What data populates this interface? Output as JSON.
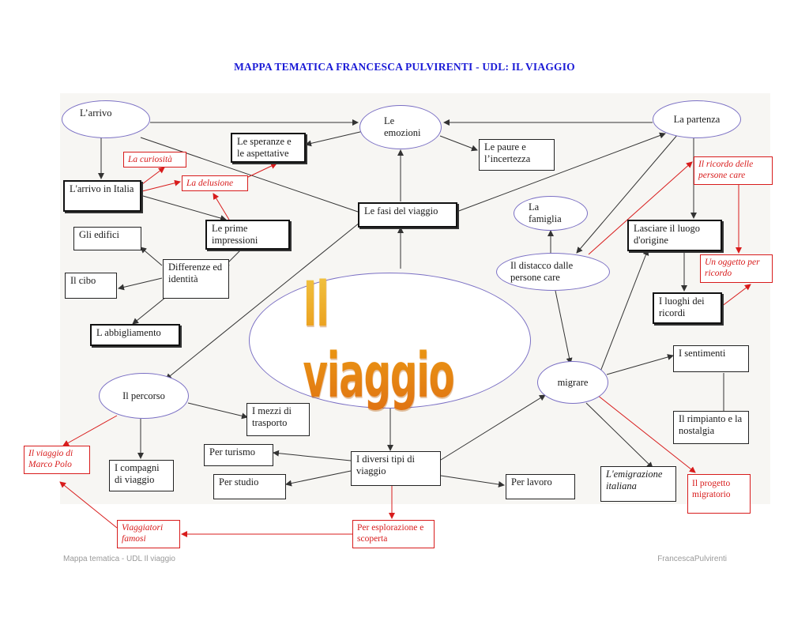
{
  "title": "MAPPA TEMATICA  FRANCESCA PULVIRENTI - UDL: IL VIAGGIO",
  "center": "Il viaggio",
  "nodes": {
    "arrivo": "L’arrivo",
    "emozioni": "Le emozioni",
    "partenza": "La partenza",
    "speranze": "Le speranze e le aspettative",
    "paure": "Le paure e l’incertezza",
    "curiosita": "La curiosità",
    "delusione": "La delusione",
    "arrivo_italia": "L'arrivo in Italia",
    "prime_impressioni": "Le prime impressioni",
    "fasi": "Le fasi del viaggio",
    "edifici": "Gli edifici",
    "differenze": "Differenze ed identità",
    "cibo": "Il  cibo",
    "abbigliamento": "L abbigliamento",
    "famiglia": "La famiglia",
    "distacco": "Il distacco dalle persone care",
    "ricordo_persone": "Il  ricordo delle persone care",
    "lasciare": "Lasciare il luogo d'origine",
    "oggetto": "Un oggetto per ricordo",
    "luoghi": "I luoghi dei ricordi",
    "sentimenti": "I sentimenti",
    "rimpianto": "Il rimpianto e la nostalgia",
    "migrare": "migrare",
    "percorso": "Il percorso",
    "mezzi": "I mezzi di trasporto",
    "marco_polo": "Il viaggio di Marco Polo",
    "compagni": "I compagni di viaggio",
    "turismo": "Per turismo",
    "studio": "Per studio",
    "diversi_tipi": "I diversi tipi di viaggio",
    "lavoro": "Per lavoro",
    "emigrazione": "L'emigrazione italiana",
    "progetto": "Il progetto migratorio",
    "viaggiatori": "Viaggiatori famosi",
    "esplorazione": "Per esplorazione e scoperta"
  },
  "footer": {
    "left": "Mappa tematica - UDL Il viaggio",
    "right": "FrancescaPulvirenti"
  },
  "colors": {
    "title": "#1a1ad6",
    "red_link": "#d81c1c",
    "ellipse_border": "#7a6fc4",
    "arrow": "#333333"
  }
}
